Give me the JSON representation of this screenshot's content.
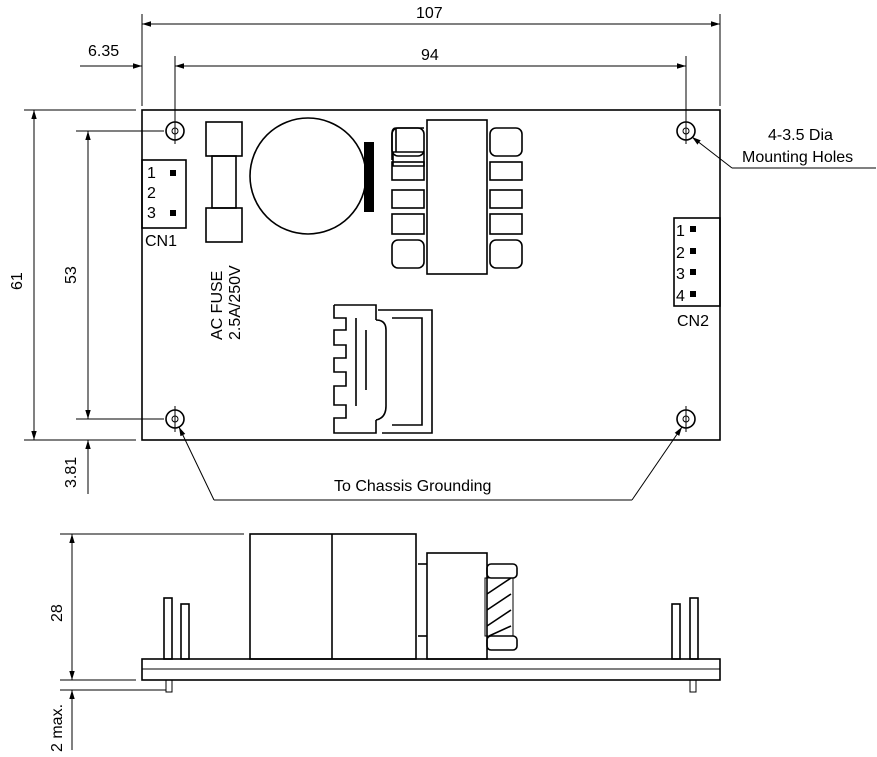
{
  "dimensions": {
    "overall_length": "107",
    "hole_spacing_length": "94",
    "hole_offset_x": "6.35",
    "overall_width": "61",
    "hole_spacing_width": "53",
    "hole_offset_y": "3.81",
    "height": "28",
    "pin_protrusion": "2 max."
  },
  "labels": {
    "mounting_holes": [
      "4-3.5 Dia",
      "Mounting Holes"
    ],
    "chassis_grounding": "To Chassis Grounding",
    "fuse": [
      "AC FUSE",
      "2.5A/250V"
    ]
  },
  "connectors": {
    "cn1": {
      "name": "CN1",
      "pins": [
        "1",
        "2",
        "3"
      ]
    },
    "cn2": {
      "name": "CN2",
      "pins": [
        "1",
        "2",
        "3",
        "4"
      ]
    }
  }
}
